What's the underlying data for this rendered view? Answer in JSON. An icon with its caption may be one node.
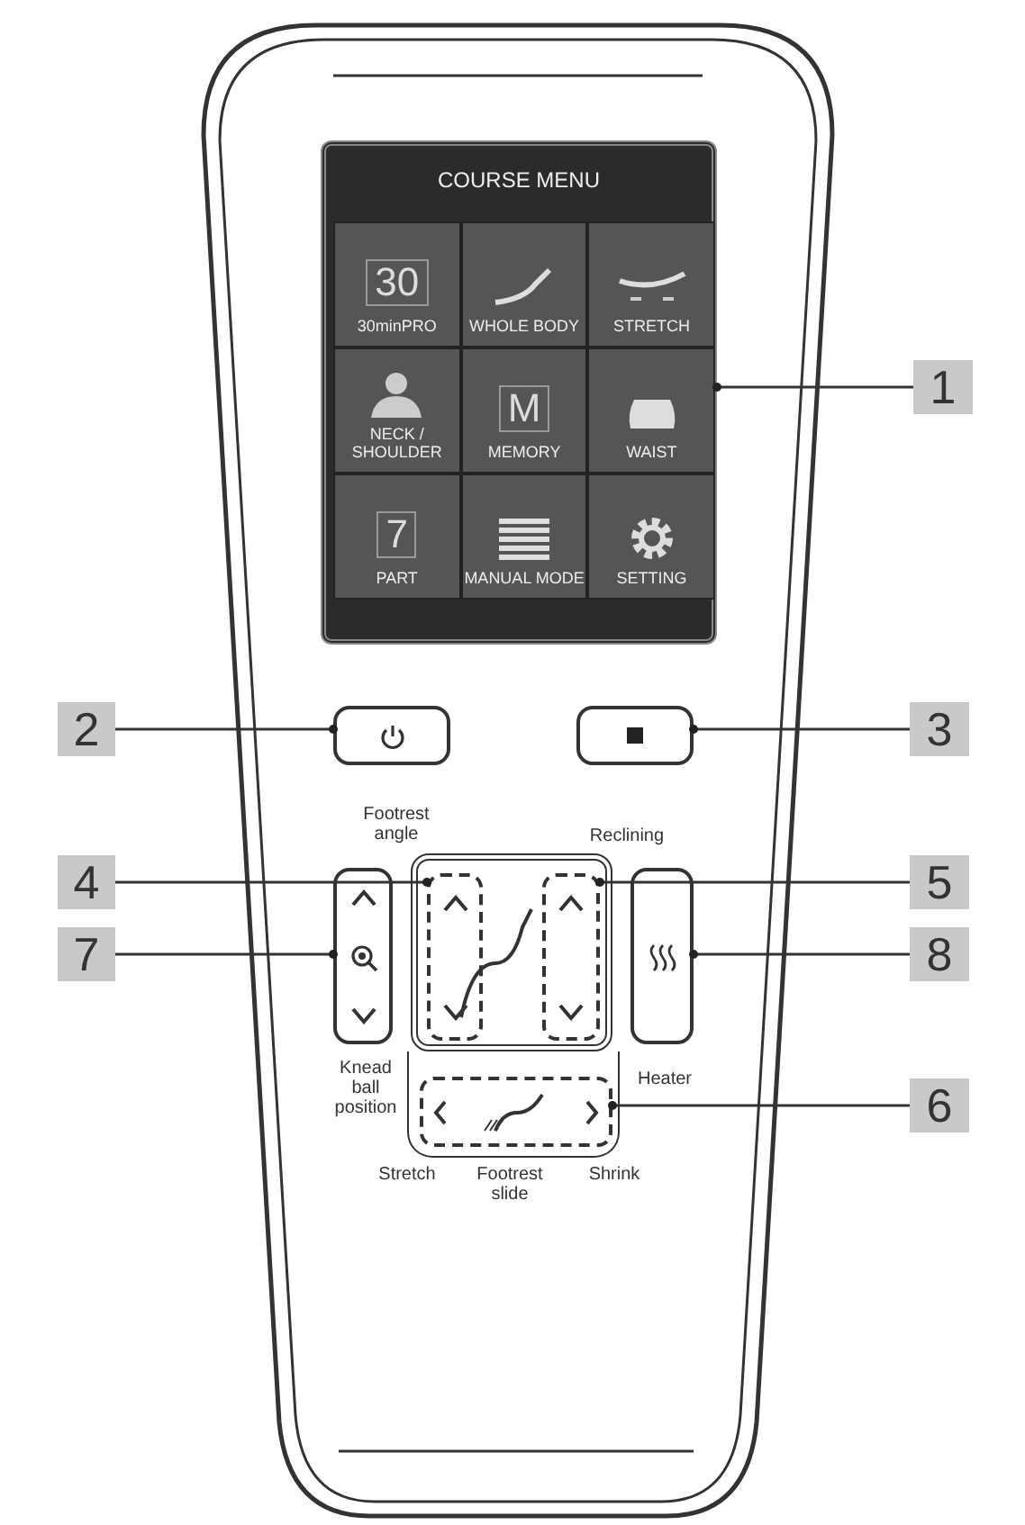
{
  "diagram": {
    "nodes": [
      {
        "text": [
          "COURSE MENU"
        ]
      },
      {
        "text": [
          "30",
          "30minPRO"
        ],
        "in": 0
      },
      {
        "text": [
          "WHOLE BODY"
        ],
        "in": 0
      },
      {
        "text": [
          "STRETCH"
        ],
        "in": 0
      },
      {
        "text": [
          "NECK / SHOULDER"
        ],
        "in": 0
      },
      {
        "text": [
          "M",
          "MEMORY"
        ],
        "in": 0
      },
      {
        "text": [
          "WAIST"
        ],
        "in": 0
      },
      {
        "text": [
          "7",
          "PART"
        ],
        "in": 0
      },
      {
        "text": [
          "MANUAL MODE"
        ],
        "in": 0
      },
      {
        "text": [
          "SETTING"
        ],
        "in": 0
      },
      {
        "text": [
          "1"
        ]
      },
      {
        "text": [
          "2"
        ]
      },
      {
        "text": [],
        "shape": "box"
      },
      {
        "text": [
          "3"
        ]
      },
      {
        "text": [],
        "shape": "box"
      },
      {
        "text": [
          "4"
        ]
      },
      {
        "text": [],
        "shape": "box",
        "beside": [
          "Footrest angle"
        ]
      },
      {
        "text": [
          "5"
        ]
      },
      {
        "text": [],
        "shape": "box",
        "beside": [
          "Reclining"
        ]
      },
      {
        "text": [
          "7"
        ]
      },
      {
        "text": [],
        "shape": "box",
        "beside": [
          "Knead ball position"
        ]
      },
      {
        "text": [
          "8"
        ]
      },
      {
        "text": [],
        "shape": "box",
        "beside": [
          "Heater"
        ]
      },
      {
        "text": [
          "6"
        ]
      },
      {
        "text": [],
        "shape": "box",
        "beside": [
          "Stretch",
          "Footrest slide",
          "Shrink"
        ]
      }
    ],
    "edges": [
      {
        "from": 10,
        "to": 0,
        "arrow": "other"
      },
      {
        "from": 11,
        "to": 12,
        "arrow": "other"
      },
      {
        "from": 13,
        "to": 14,
        "arrow": "other"
      },
      {
        "from": 15,
        "to": 16,
        "arrow": "other"
      },
      {
        "from": 17,
        "to": 18,
        "arrow": "other"
      },
      {
        "from": 19,
        "to": 20,
        "arrow": "other"
      },
      {
        "from": 21,
        "to": 22,
        "arrow": "other"
      },
      {
        "from": 23,
        "to": 24,
        "arrow": "other"
      }
    ]
  }
}
